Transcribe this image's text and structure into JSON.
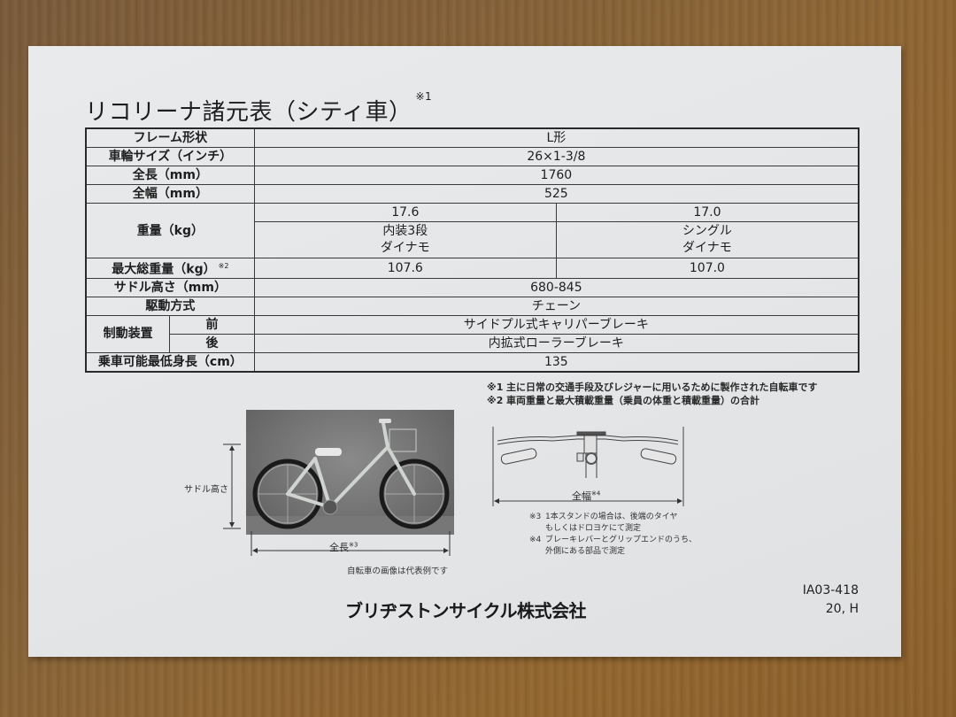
{
  "document": {
    "title": "リコリーナ諸元表（シティ車）",
    "title_note": "※1"
  },
  "spec_table": {
    "rows": [
      {
        "label": "フレーム形状",
        "value": "L形"
      },
      {
        "label": "車輪サイズ（インチ）",
        "value": "26×1-3/8"
      },
      {
        "label": "全長（mm）",
        "value": "1760"
      },
      {
        "label": "全幅（mm）",
        "value": "525"
      }
    ],
    "weight": {
      "label": "重量（kg）",
      "variants": [
        {
          "value": "17.6",
          "desc_line1": "内装3段",
          "desc_line2": "ダイナモ"
        },
        {
          "value": "17.0",
          "desc_line1": "シングル",
          "desc_line2": "ダイナモ"
        }
      ]
    },
    "max_total_weight": {
      "label": "最大総重量（kg）",
      "note": "※2",
      "values": [
        "107.6",
        "107.0"
      ]
    },
    "saddle_height": {
      "label": "サドル高さ（mm）",
      "value": "680-845"
    },
    "drive": {
      "label": "駆動方式",
      "value": "チェーン"
    },
    "brakes": {
      "label": "制動装置",
      "front_label": "前",
      "front_value": "サイドプル式キャリパーブレーキ",
      "rear_label": "後",
      "rear_value": "内拡式ローラーブレーキ"
    },
    "min_height": {
      "label": "乗車可能最低身長（cm）",
      "value": "135"
    }
  },
  "footnotes": [
    {
      "mark": "※1",
      "text": "主に日常の交通手段及びレジャーに用いるために製作された自転車です"
    },
    {
      "mark": "※2",
      "text": "車両重量と最大積載重量（乗員の体重と積載重量）の合計"
    }
  ],
  "bike_figure": {
    "saddle_height_label": "サドル高さ",
    "length_label": "全長",
    "length_note": "※3",
    "caption": "自転車の画像は代表例です"
  },
  "handlebar_figure": {
    "width_label": "全幅",
    "width_note": "※4",
    "notes": [
      {
        "mark": "※3",
        "line1": "1本スタンドの場合は、後端のタイヤ",
        "line2": "もしくはドロヨケにて測定"
      },
      {
        "mark": "※4",
        "line1": "ブレーキレバーとグリップエンドのうち、",
        "line2": "外側にある部品で測定"
      }
    ]
  },
  "footer": {
    "company": "ブリヂストンサイクル株式会社",
    "code_line1": "IA03-418",
    "code_line2": "20, H"
  },
  "colors": {
    "paper": "#e4e6e8",
    "ink": "#1e1e1e",
    "table_border": "#2a2a2a",
    "wood": "#8a6436"
  }
}
